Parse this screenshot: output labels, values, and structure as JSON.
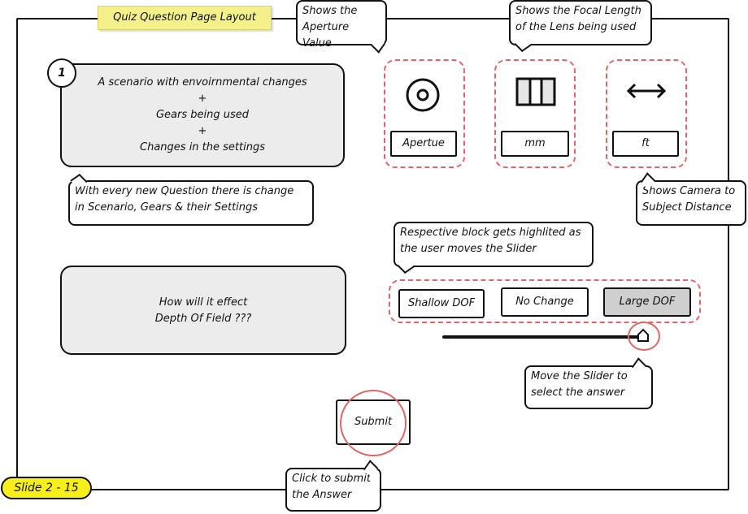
{
  "header": {
    "title": "Quiz Question Page Layout"
  },
  "question_card": {
    "number": "1",
    "lines": [
      "A scenario with envoirnmental changes",
      "+",
      "Gears being used",
      "+",
      "Changes in the settings"
    ]
  },
  "question_prompt": {
    "lines": [
      "How will it effect",
      "Depth Of Field ???"
    ]
  },
  "settings": [
    {
      "icon": "aperture-icon",
      "label": "Apertue"
    },
    {
      "icon": "focal-length-icon",
      "label": "mm"
    },
    {
      "icon": "distance-arrow-icon",
      "label": "ft"
    }
  ],
  "answer_options": [
    {
      "label": "Shallow DOF",
      "selected": false
    },
    {
      "label": "No Change",
      "selected": false
    },
    {
      "label": "Large DOF",
      "selected": true
    }
  ],
  "slider": {
    "value_percent": 100
  },
  "submit": {
    "label": "Submit"
  },
  "footer": {
    "slide_badge": "Slide 2 - 15"
  },
  "annotations": {
    "aperture": [
      "Shows the",
      "Aperture Value"
    ],
    "focal_length": [
      "Shows the Focal Length",
      "of the Lens being used"
    ],
    "distance": [
      "Shows Camera to",
      "Subject Distance"
    ],
    "question_change": [
      "With every new Question there is change",
      "in Scenario, Gears & their Settings"
    ],
    "highlight": [
      "Respective block gets highlited as",
      "the user moves the Slider"
    ],
    "slider_hint": [
      "Move the Slider to",
      "select the answer"
    ],
    "submit_hint": [
      "Click to submit",
      "the Answer"
    ]
  },
  "colors": {
    "highlight_dash": "#e06666",
    "title_note_bg": "#f4f08a",
    "slide_badge_bg": "#f7ee1a",
    "card_bg": "#ececec",
    "selected_option_bg": "#cfcfcf"
  }
}
